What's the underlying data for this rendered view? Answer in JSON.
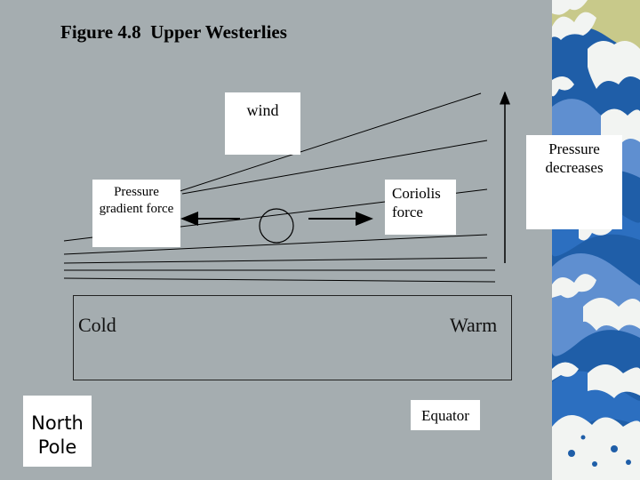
{
  "slide": {
    "title": "Figure 4.8  Upper Westerlies",
    "labels": {
      "wind": "wind",
      "pressure_gradient_force": "Pressure gradient force",
      "coriolis_force": "Coriolis force",
      "pressure_decreases": "Pressure decreases",
      "cold": "Cold",
      "warm": "Warm",
      "north_pole": "North Pole",
      "equator": "Equator"
    }
  },
  "colors": {
    "background": "#a5adb0",
    "wave_blue": "#1f5ea8",
    "wave_light": "#5f8fd0",
    "foam": "#f2f4f2",
    "sand": "#c8c98a"
  }
}
